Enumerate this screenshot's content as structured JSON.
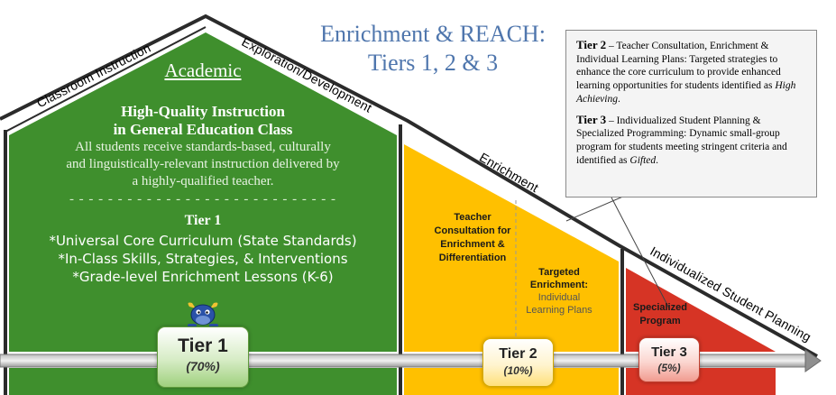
{
  "title": {
    "line1": "Enrichment & REACH:",
    "line2": "Tiers 1, 2 & 3"
  },
  "roof_labels": {
    "classroom": "Classroom Instruction",
    "exploration": "Exploration/Development",
    "enrichment": "Enrichment",
    "individualized": "Individualized Student Planning"
  },
  "academic": {
    "heading": "Academic",
    "hq_line1": "High-Quality Instruction",
    "hq_line2": "in General Education Class",
    "desc_line1": "All students receive standards-based, culturally",
    "desc_line2": "and linguistically-relevant instruction delivered by",
    "desc_line3": "a highly-qualified teacher.",
    "divider": "- - - - - - - - - - - - - - - - - - - - - - - - - - - -",
    "tier_heading": "Tier 1",
    "items": [
      "*Universal Core Curriculum (State Standards)",
      "*In-Class Skills, Strategies, & Interventions",
      "*Grade-level Enrichment Lessons (K-6)"
    ]
  },
  "tier2_sections": {
    "teacher_line1": "Teacher",
    "teacher_line2": "Consultation for",
    "teacher_line3": "Enrichment &",
    "teacher_line4": "Differentiation",
    "targeted_line1": "Targeted",
    "targeted_line2": "Enrichment:",
    "targeted_sub1": "Individual",
    "targeted_sub2": "Learning Plans"
  },
  "tier3_section": {
    "line1": "Specialized",
    "line2": "Program"
  },
  "badges": [
    {
      "label": "Tier 1",
      "percent": "(70%)"
    },
    {
      "label": "Tier 2",
      "percent": "(10%)"
    },
    {
      "label": "Tier 3",
      "percent": "(5%)"
    }
  ],
  "callout": {
    "tier2_head": "Tier 2",
    "tier2_body": " – Teacher Consultation, Enrichment & Individual Learning Plans: Targeted strategies to enhance the core curriculum to provide enhanced learning opportunities for students identified as ",
    "tier2_em": "High Achieving",
    "tier2_end": ".",
    "tier3_head": "Tier 3",
    "tier3_body": " – Individualized Student Planning & Specialized Programming: Dynamic small-group program for students meeting stringent criteria and identified as ",
    "tier3_em": "Gifted",
    "tier3_end": "."
  },
  "colors": {
    "green": "#3f8f2d",
    "yellow": "#ffc000",
    "red": "#d63425",
    "title_blue": "#4f76ad",
    "roof_line": "#2b2b2b"
  },
  "icons": {
    "mascot": "bull-mascot-icon",
    "arrow": "arrow-right-icon"
  }
}
